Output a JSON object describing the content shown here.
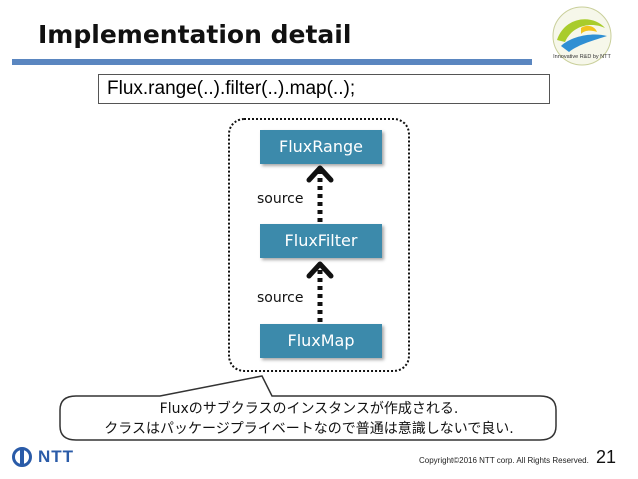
{
  "title": "Implementation detail",
  "logo": {
    "tagline": "Innovative R&D by NTT",
    "icon": "ntt-rd-swirl-icon"
  },
  "code": "Flux.range(..).filter(..).map(..);",
  "nodes": {
    "top": "FluxRange",
    "middle": "FluxFilter",
    "bottom": "FluxMap"
  },
  "edges": {
    "upper_label": "source",
    "lower_label": "source"
  },
  "callout": {
    "line1": "Fluxのサブクラスのインスタンスが作成される.",
    "line2": "クラスはパッケージプライベートなので普通は意識しないで良い."
  },
  "footer": {
    "brand": "NTT",
    "copyright": "Copyright©2016  NTT corp. All Rights Reserved.",
    "page_number": "21"
  },
  "colors": {
    "node": "#3c8aab",
    "rule": "#5a86c0",
    "brand": "#2a5ba8"
  }
}
